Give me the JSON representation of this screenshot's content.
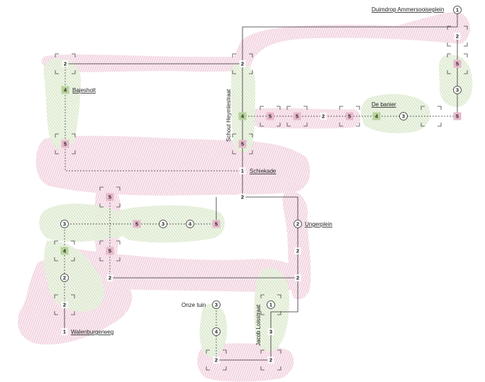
{
  "places": {
    "duimdrop": "Duimdrop Ammersooiseplein",
    "bajesholt": "Bajesholt",
    "schout": "Schout Heymlestraat",
    "de_banier": "De banier",
    "schiekade": "Schiekade",
    "ungerplein": "Ungerplein",
    "onze_tuin": "Onze tuin",
    "jacob": "Jacob Loisstraat",
    "walenburgerweg": "Walenburgerweg"
  },
  "node_values": {
    "n1": "1",
    "n2": "2",
    "n3": "3",
    "n4": "4",
    "n5": "5"
  },
  "colors": {
    "pink": "#d98ab0",
    "green": "#93b77a",
    "box_pink": "#e7b8cc",
    "box_green": "#b7d39b",
    "line": "#333333"
  }
}
